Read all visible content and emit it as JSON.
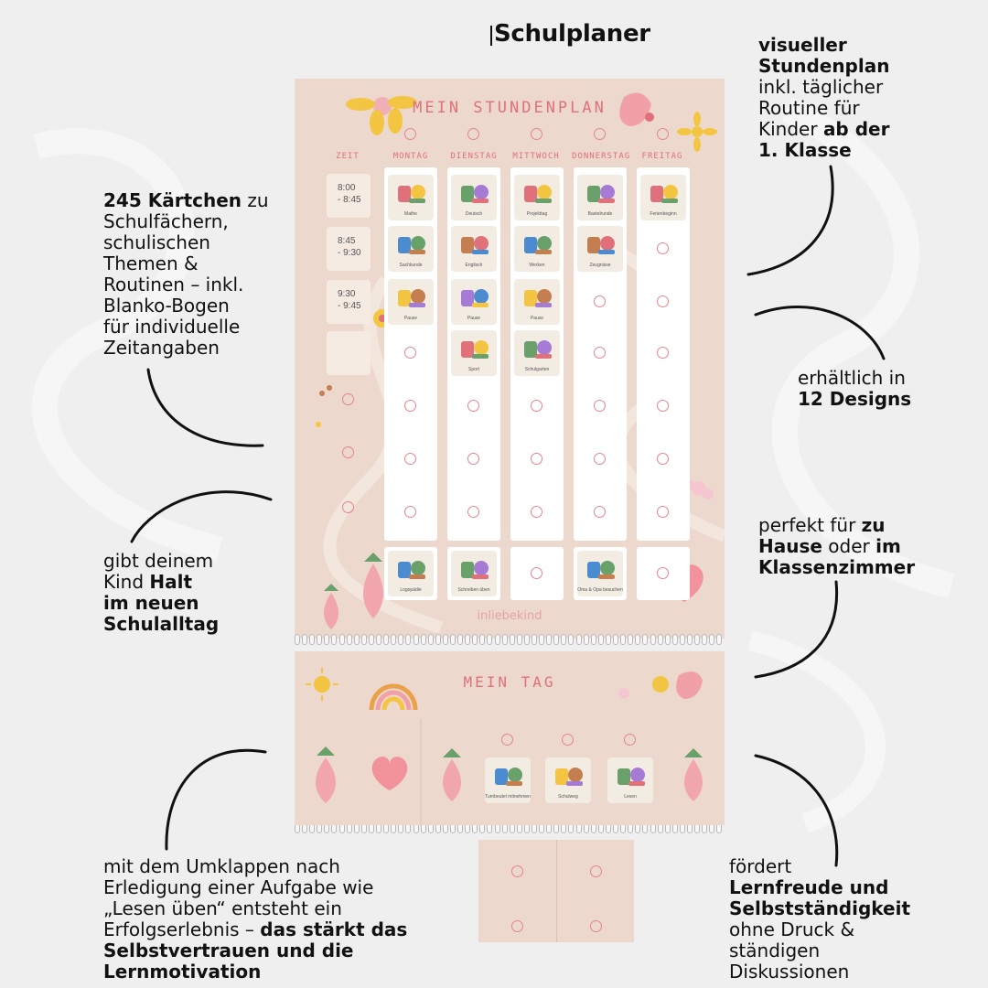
{
  "title": "Schulplaner",
  "notes": {
    "top_right": [
      {
        "t": "visueller",
        "b": true
      },
      {
        "t": "\n",
        "b": false
      },
      {
        "t": "Stundenplan",
        "b": true
      },
      {
        "t": "\ninkl. täglicher\nRoutine für\nKinder ",
        "b": false
      },
      {
        "t": "ab der\n1. Klasse",
        "b": true
      }
    ],
    "left_1": [
      {
        "t": "245 Kärtchen",
        "b": true
      },
      {
        "t": " zu\nSchulfächern,\nschulischen\nThemen &\nRoutinen – inkl.\nBlanko-Bogen\nfür individuelle\nZeitangaben",
        "b": false
      }
    ],
    "right_2": [
      {
        "t": "erhältlich in\n",
        "b": false
      },
      {
        "t": "12 Designs",
        "b": true
      }
    ],
    "left_2": [
      {
        "t": "gibt deinem\nKind ",
        "b": false
      },
      {
        "t": "Halt\nim neuen\nSchulalltag",
        "b": true
      }
    ],
    "right_3": [
      {
        "t": "perfekt für ",
        "b": false
      },
      {
        "t": "zu\nHause",
        "b": true
      },
      {
        "t": " oder ",
        "b": false
      },
      {
        "t": "im\nKlassenzimmer",
        "b": true
      }
    ],
    "bottom_left": [
      {
        "t": "mit dem Umklappen nach\nErledigung einer Aufgabe wie\n„Lesen üben“ entsteht ein\nErfolgserlebnis – ",
        "b": false
      },
      {
        "t": "das stärkt das\nSelbstvertrauen und die\nLernmotivation",
        "b": true
      }
    ],
    "bottom_right": [
      {
        "t": "fördert\n",
        "b": false
      },
      {
        "t": "Lernfreude und\nSelbstständigkeit",
        "b": true
      },
      {
        "t": "\nohne Druck &\nständigen\nDiskussionen",
        "b": false
      }
    ]
  },
  "planner": {
    "title": "MEIN STUNDENPLAN",
    "headers": [
      "ZEIT",
      "MONTAG",
      "DIENSTAG",
      "MITTWOCH",
      "DONNERSTAG",
      "FREITAG"
    ],
    "times": [
      "8:00\n- 8:45",
      "8:45\n- 9:30",
      "9:30\n- 9:45",
      ""
    ],
    "columns": [
      [
        "Mathe",
        "Sachkunde",
        "Pause"
      ],
      [
        "Deutsch",
        "Englisch",
        "Pause",
        "Sport"
      ],
      [
        "Projekttag",
        "Werken",
        "Pause",
        "Schulgarten"
      ],
      [
        "Bastelrunde",
        "Zeugnisse"
      ],
      [
        "Ferienbeginn"
      ]
    ],
    "bottom_row": [
      "Logopädie",
      "Schreiben üben",
      "",
      "Oma & Opa besuchen",
      ""
    ],
    "brand": "inliebekind"
  },
  "tag": {
    "title": "MEIN TAG",
    "cards": [
      "Turnbeutel mitnehmen",
      "Schulweg",
      "Lesen"
    ]
  },
  "colors": {
    "accent": "#e0707a",
    "paper": "#ecd8cd",
    "background": "#efefef"
  }
}
